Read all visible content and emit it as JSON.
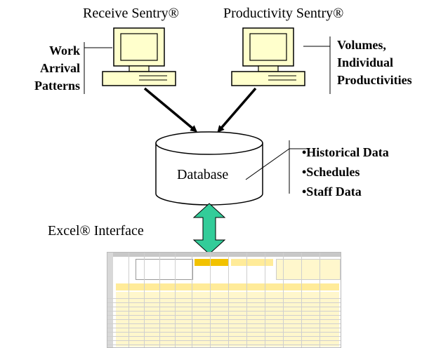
{
  "diagram": {
    "receive_title": "Receive Sentry®",
    "productivity_title": "Productivity Sentry®",
    "left_label": [
      "Work",
      "Arrival",
      "Patterns"
    ],
    "right_label": [
      "Volumes,",
      "Individual",
      "Productivities"
    ],
    "database_label": "Database",
    "database_items": [
      "•Historical Data",
      "•Schedules",
      "•Staff Data"
    ],
    "excel_label": "Excel® Interface",
    "colors": {
      "arrow_fill": "#33cc99",
      "monitor_fill": "#ffffcc",
      "sheet_header": "#c8c8c8",
      "sheet_cells": "#fff7cc",
      "sheet_accent": "#f2c200"
    }
  }
}
